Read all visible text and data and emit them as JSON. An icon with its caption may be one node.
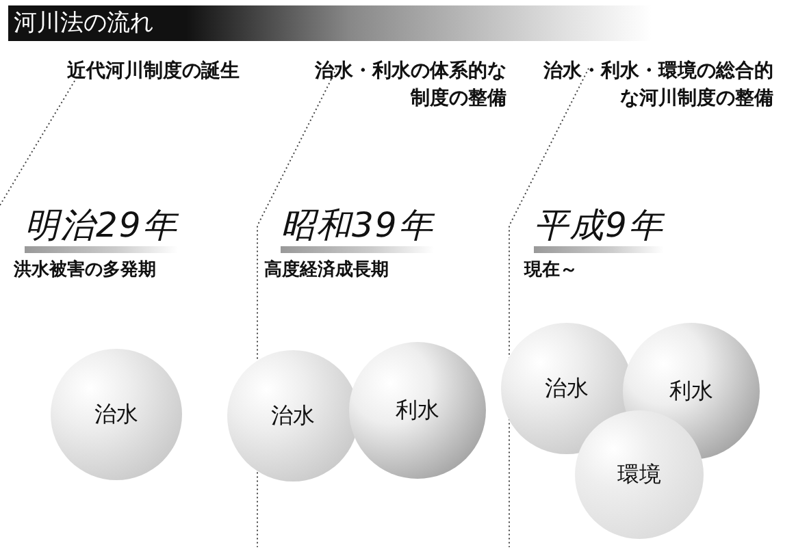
{
  "diagram": {
    "title": "河川法の流れ",
    "nodes": [
      {
        "text": [
          "治水"
        ]
      },
      {
        "text": [
          "治水"
        ]
      },
      {
        "text": [
          "利水"
        ]
      },
      {
        "text": [
          "治水"
        ]
      },
      {
        "text": [
          "利水"
        ]
      },
      {
        "text": [
          "環境"
        ]
      }
    ],
    "edges": [],
    "labels": [
      "近代河川制度の誕生",
      "治水・利水の体系的な制度の整備",
      "治水・利水・環境の総合的な河川制度の整備",
      "明治29年",
      "昭和39年",
      "平成9年",
      "洪水被害の多発期",
      "高度経済成長期",
      "現在～"
    ]
  }
}
